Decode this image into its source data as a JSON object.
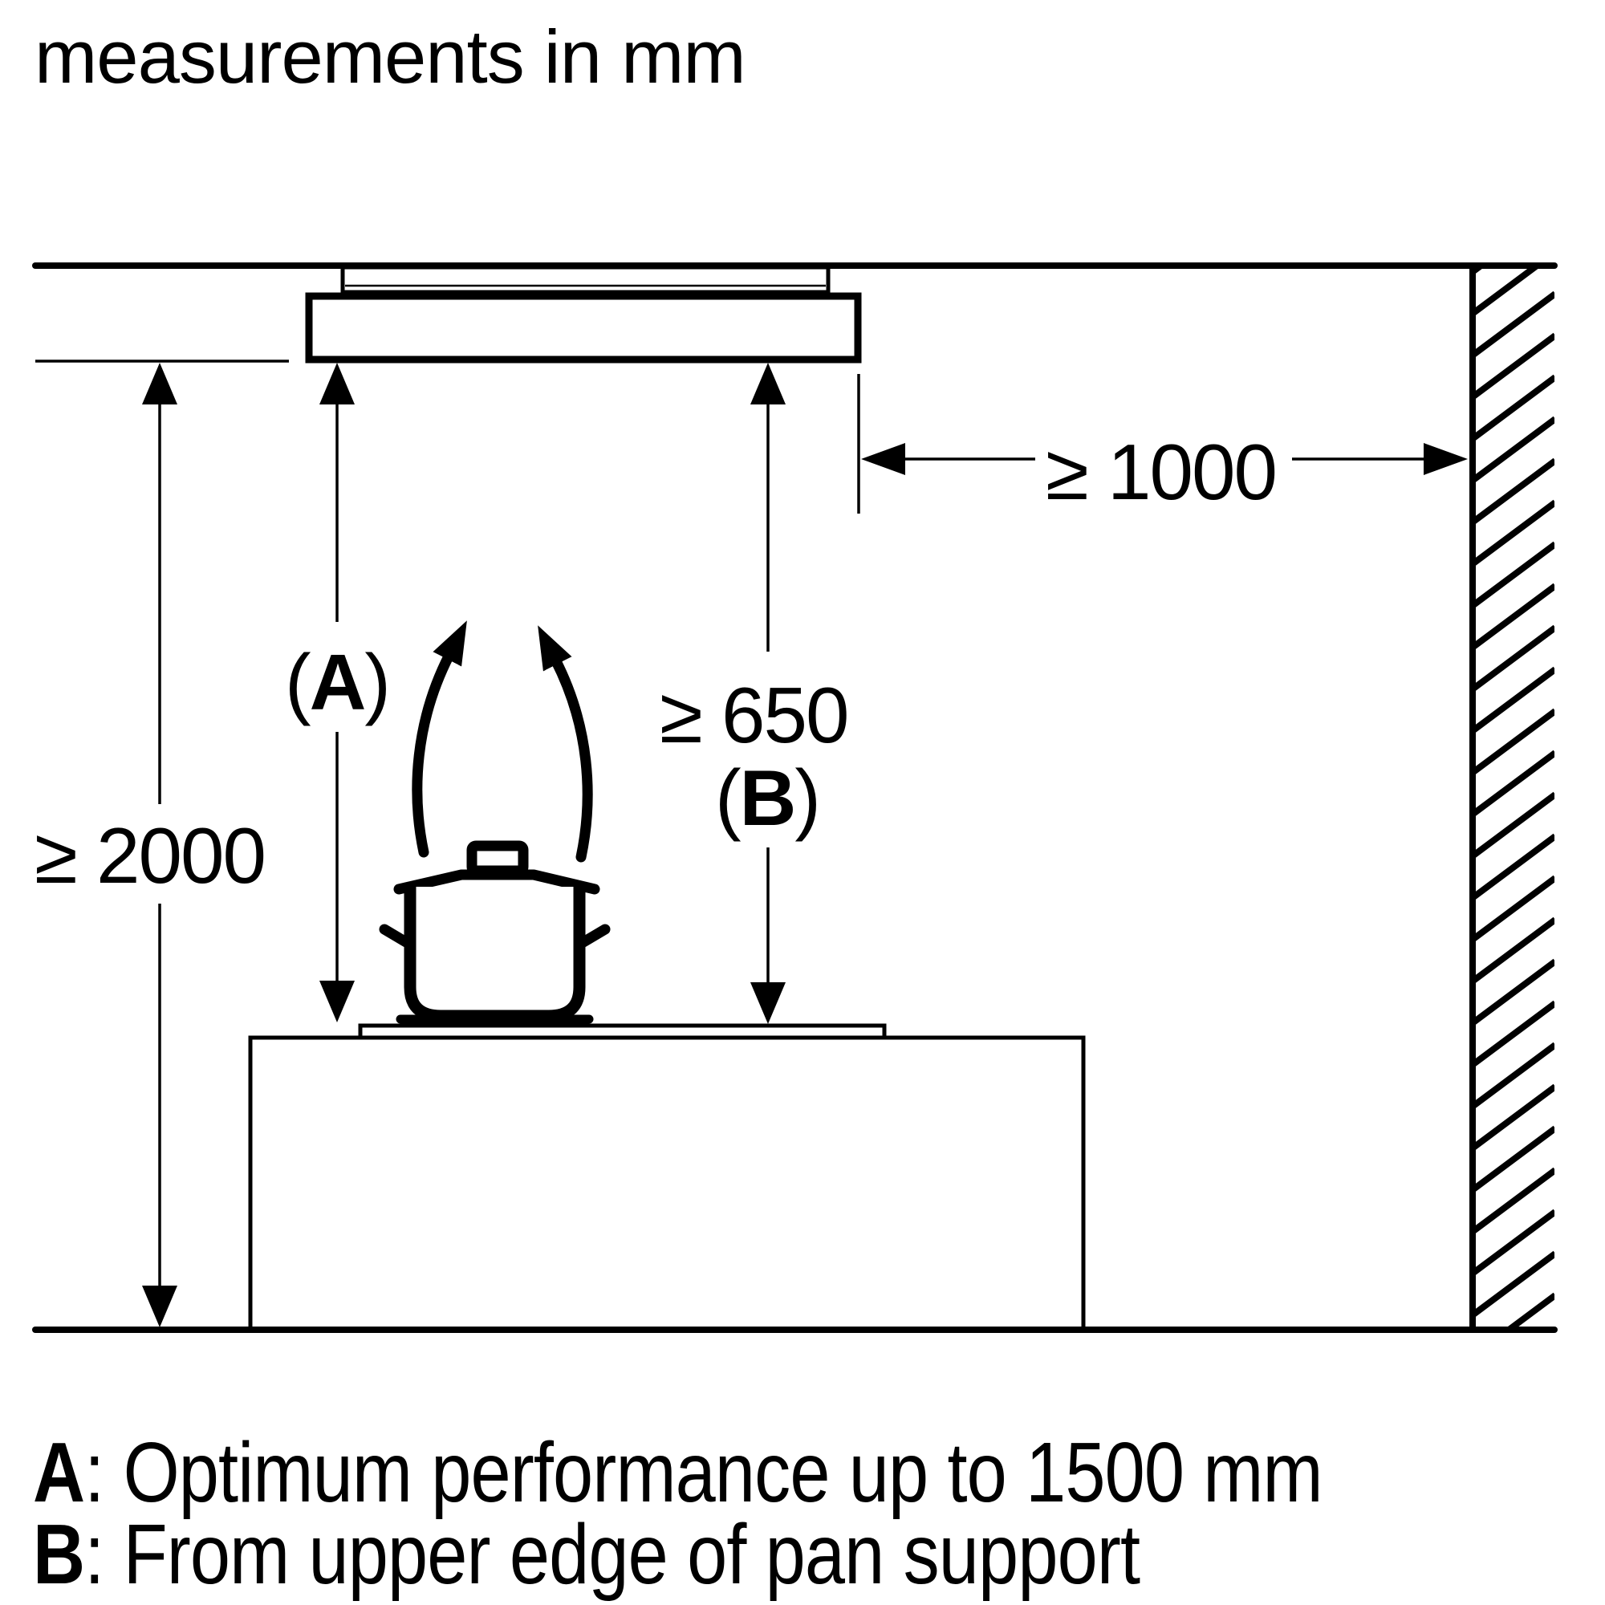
{
  "title": "measurements in mm",
  "units": "mm",
  "dimensions": {
    "floor_to_hood": {
      "label": "≥ 2000"
    },
    "hood_to_hob": {
      "open": "(",
      "letter": "A",
      "close": ")"
    },
    "hood_to_pan_support": {
      "label": "≥ 650",
      "open": "(",
      "letter": "B",
      "close": ")"
    },
    "hood_to_side_wall": {
      "label": "≥ 1000"
    }
  },
  "legend": {
    "a": {
      "letter": "A",
      "text": ": Optimum performance up to 1500 mm"
    },
    "b": {
      "letter": "B",
      "text": ": From upper edge of pan support"
    }
  },
  "colors": {
    "ink": "#000000",
    "background": "#ffffff"
  }
}
